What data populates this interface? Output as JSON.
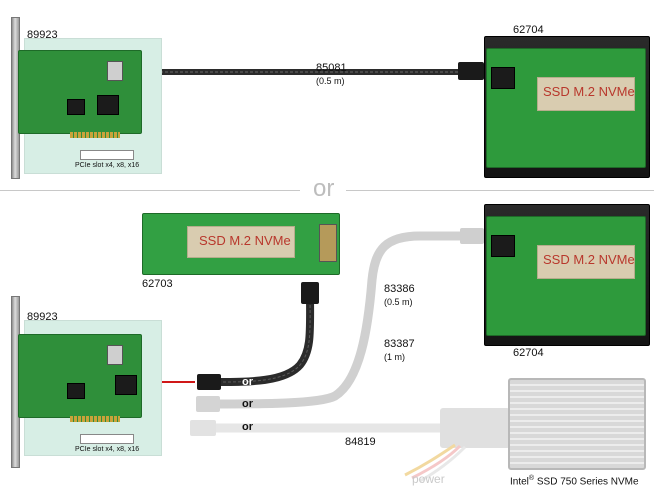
{
  "top_section": {
    "card_label": "89923",
    "card_slot_text": "PCIe slot x4, x8, x16",
    "cable_label": "85081",
    "cable_length": "(0.5 m)",
    "adapter_label": "62704",
    "adapter_ssd_text": "SSD M.2 NVMe"
  },
  "separator": {
    "text": "or"
  },
  "bottom_section": {
    "card_label": "89923",
    "card_slot_text": "PCIe slot x4, x8, x16",
    "small_adapter_label": "62703",
    "small_adapter_ssd_text": "SSD M.2 NVMe",
    "adapter_label": "62704",
    "adapter_ssd_text": "SSD M.2 NVMe",
    "cable_a_label": "83386",
    "cable_a_length": "(0.5 m)",
    "cable_b_label": "83387",
    "cable_b_length": "(1 m)",
    "or_1": "or",
    "or_2": "or",
    "or_3": "or",
    "cable_c_label": "84819",
    "power_text": "power",
    "ssd_label_prefix": "Intel",
    "ssd_label_reg": "®",
    "ssd_label_rest": " SSD 750 Series NVMe",
    "arrow_color": "#d01818"
  }
}
